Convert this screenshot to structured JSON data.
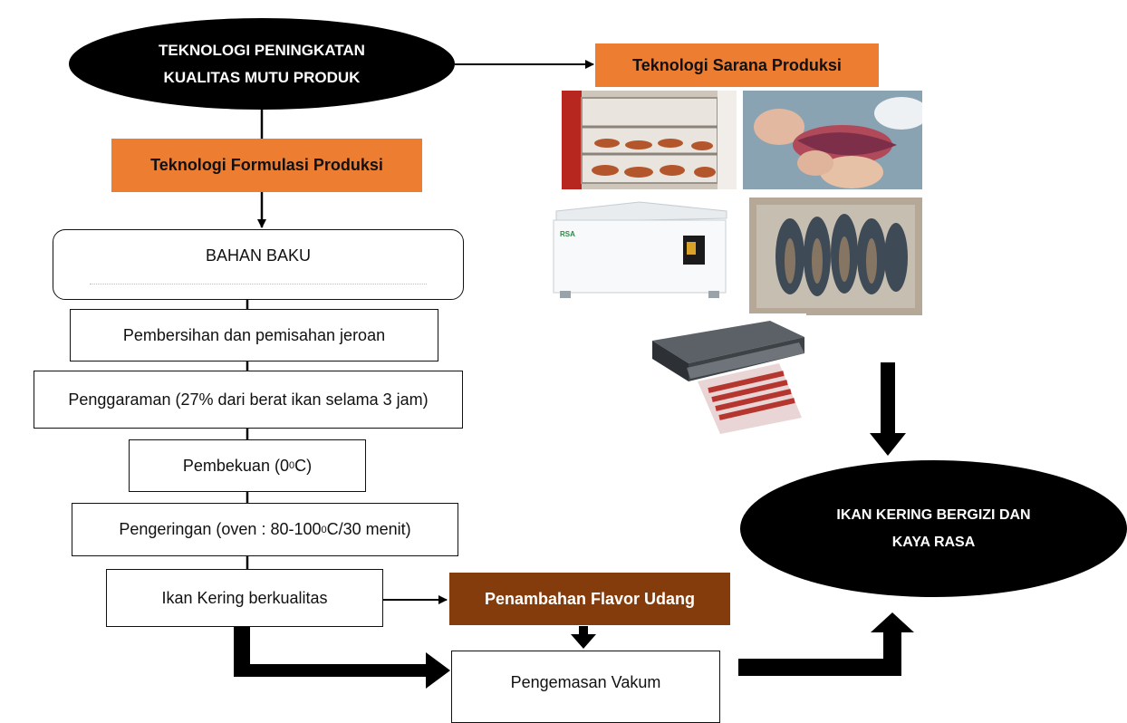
{
  "nodes": {
    "top_ellipse": "TEKNOLOGI PENINGKATAN\nKUALITAS MUTU PRODUK",
    "sarana": "Teknologi Sarana Produksi",
    "formulasi": "Teknologi Formulasi Produksi",
    "bahan_baku": "BAHAN BAKU",
    "pembersihan": "Pembersihan dan pemisahan jeroan",
    "penggaraman": "Penggaraman (27% dari berat ikan selama 3 jam)",
    "pembekuan_pre": "Pembekuan (0",
    "pembekuan_sup": "0",
    "pembekuan_post": "C)",
    "pengeringan_pre": "Pengeringan (oven : 80-100",
    "pengeringan_sup": "0",
    "pengeringan_post": "C/30 menit)",
    "ikan_kering": "Ikan Kering berkualitas",
    "flavor": "Penambahan Flavor Udang",
    "pengemasan": "Pengemasan Vakum",
    "result_ellipse": "IKAN KERING BERGIZI DAN\nKAYA RASA"
  },
  "photos": {
    "oven_brand": "RSA"
  },
  "colors": {
    "orange": "#ed7d31",
    "brown": "#843c0c",
    "ellipse": "#000000"
  }
}
